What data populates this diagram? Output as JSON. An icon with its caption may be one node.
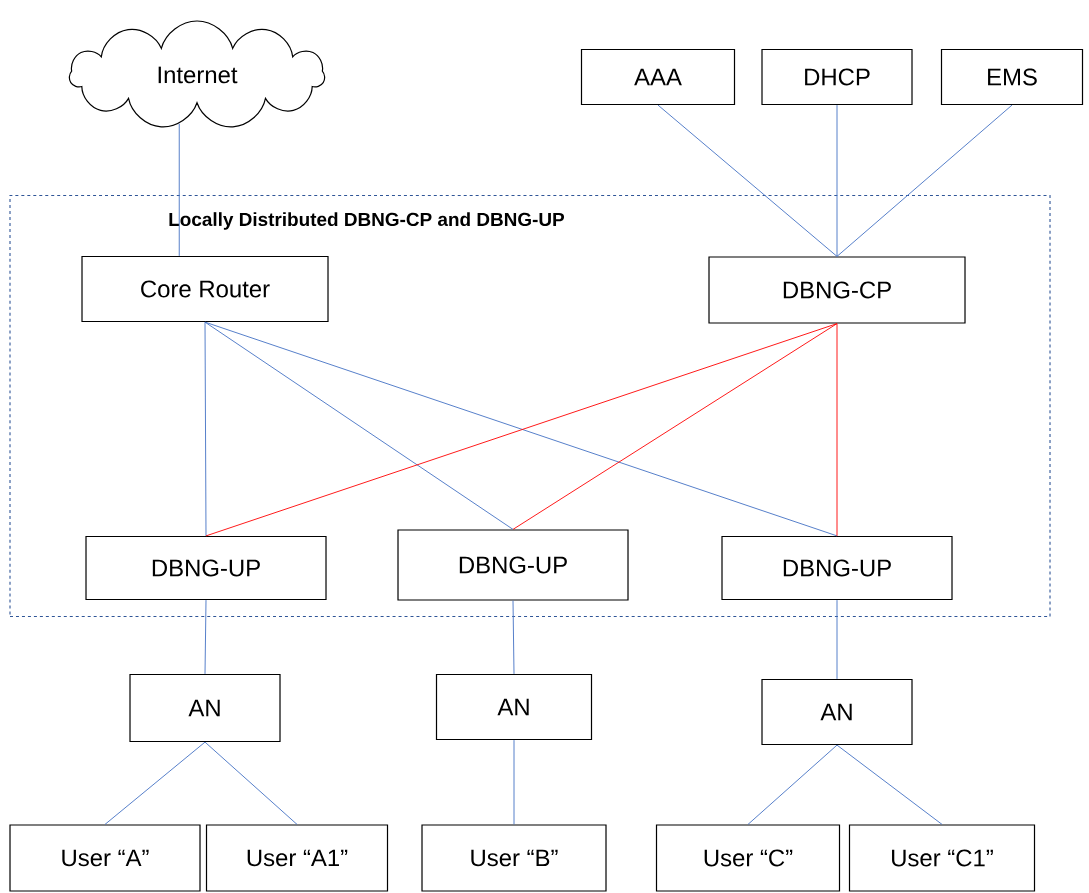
{
  "diagram": {
    "nodes": [
      {
        "text": [
          "Internet"
        ]
      },
      {
        "text": [
          "AAA"
        ]
      },
      {
        "text": [
          "DHCP"
        ]
      },
      {
        "text": [
          "EMS"
        ]
      },
      {
        "text": [
          "Locally Distributed DBNG-CP and DBNG-UP"
        ]
      },
      {
        "text": [
          "Core Router"
        ],
        "in": 4
      },
      {
        "text": [
          "DBNG-CP"
        ],
        "in": 4
      },
      {
        "text": [
          "DBNG-UP"
        ],
        "in": 4
      },
      {
        "text": [
          "DBNG-UP"
        ],
        "in": 4
      },
      {
        "text": [
          "DBNG-UP"
        ],
        "in": 4
      },
      {
        "text": [
          "AN"
        ]
      },
      {
        "text": [
          "AN"
        ]
      },
      {
        "text": [
          "AN"
        ]
      },
      {
        "text": [
          "User “A”"
        ]
      },
      {
        "text": [
          "User “A1”"
        ]
      },
      {
        "text": [
          "User “B”"
        ]
      },
      {
        "text": [
          "User “C”"
        ]
      },
      {
        "text": [
          "User “C1”"
        ]
      }
    ],
    "edges": [
      {
        "from": 0,
        "to": 5,
        "arrow": "none"
      },
      {
        "from": 1,
        "to": 6,
        "arrow": "none"
      },
      {
        "from": 2,
        "to": 6,
        "arrow": "none"
      },
      {
        "from": 3,
        "to": 6,
        "arrow": "none"
      },
      {
        "from": 5,
        "to": 7,
        "arrow": "none"
      },
      {
        "from": 5,
        "to": 8,
        "arrow": "none"
      },
      {
        "from": 5,
        "to": 9,
        "arrow": "none"
      },
      {
        "from": 6,
        "to": 7,
        "arrow": "none",
        "color": "#ff0000"
      },
      {
        "from": 6,
        "to": 8,
        "arrow": "none",
        "color": "#ff0000"
      },
      {
        "from": 6,
        "to": 9,
        "arrow": "none",
        "color": "#ff0000"
      },
      {
        "from": 7,
        "to": 10,
        "arrow": "none"
      },
      {
        "from": 8,
        "to": 11,
        "arrow": "none"
      },
      {
        "from": 9,
        "to": 12,
        "arrow": "none"
      },
      {
        "from": 10,
        "to": 13,
        "arrow": "none"
      },
      {
        "from": 10,
        "to": 14,
        "arrow": "none"
      },
      {
        "from": 11,
        "to": 15,
        "arrow": "none"
      },
      {
        "from": 12,
        "to": 16,
        "arrow": "none"
      },
      {
        "from": 12,
        "to": 17,
        "arrow": "none"
      }
    ]
  }
}
